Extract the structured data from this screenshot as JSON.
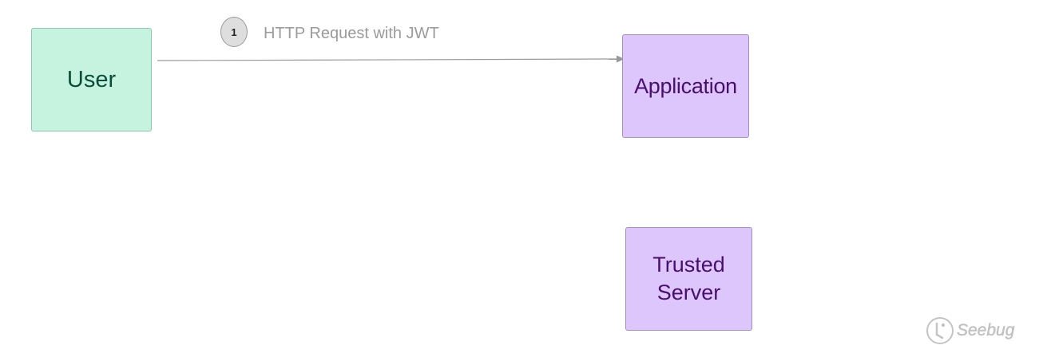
{
  "nodes": {
    "user": {
      "label": "User"
    },
    "application": {
      "label": "Application"
    },
    "trusted_server": {
      "line1": "Trusted",
      "line2": "Server"
    }
  },
  "edges": [
    {
      "from": "user",
      "to": "application",
      "step": "1",
      "label": "HTTP Request with JWT"
    }
  ],
  "watermark": {
    "text": "Seebug"
  },
  "colors": {
    "user_fill": "#c6f3e0",
    "user_text": "#0b4d3b",
    "node_fill": "#dcc6fb",
    "node_text": "#4a0f6e",
    "edge": "#999999",
    "label_text": "#9b9b9b"
  }
}
